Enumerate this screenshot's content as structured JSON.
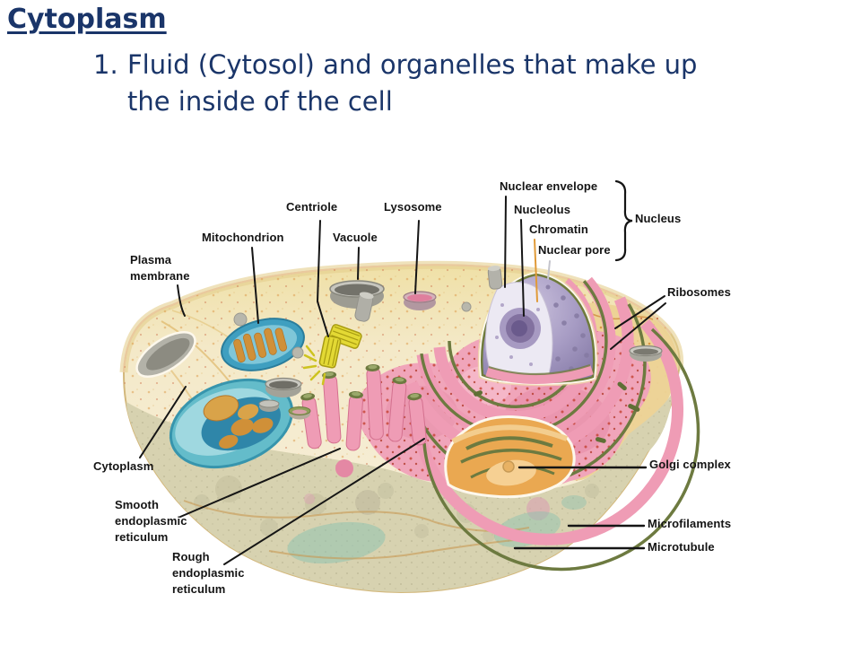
{
  "slide": {
    "title": "Cytoplasm",
    "bullet": {
      "number": "1.",
      "text": "Fluid (Cytosol) and organelles that make up\nthe inside of the cell"
    }
  },
  "diagram": {
    "labels": [
      {
        "id": "plasma-membrane",
        "text": "Plasma\nmembrane"
      },
      {
        "id": "mitochondrion",
        "text": "Mitochondrion"
      },
      {
        "id": "centriole",
        "text": "Centriole"
      },
      {
        "id": "vacuole",
        "text": "Vacuole"
      },
      {
        "id": "lysosome",
        "text": "Lysosome"
      },
      {
        "id": "nuclear-envelope",
        "text": "Nuclear envelope"
      },
      {
        "id": "nucleolus",
        "text": "Nucleolus"
      },
      {
        "id": "chromatin",
        "text": "Chromatin"
      },
      {
        "id": "nuclear-pore",
        "text": "Nuclear pore"
      },
      {
        "id": "nucleus",
        "text": "Nucleus"
      },
      {
        "id": "ribosomes",
        "text": "Ribosomes"
      },
      {
        "id": "cytoplasm",
        "text": "Cytoplasm"
      },
      {
        "id": "smooth-er",
        "text": "Smooth\nendoplasmic\nreticulum"
      },
      {
        "id": "rough-er",
        "text": "Rough\nendoplasmic\nreticulum"
      },
      {
        "id": "golgi-complex",
        "text": "Golgi complex"
      },
      {
        "id": "microfilaments",
        "text": "Microfilaments"
      },
      {
        "id": "microtubule",
        "text": "Microtubule"
      }
    ]
  },
  "colors": {
    "background": "#ffffff",
    "title_navy": "#1a3569",
    "label_black": "#141414",
    "leader_black": "#151515",
    "chromatin_line": "#e09a38",
    "pore_line": "#c4c4cc",
    "cytosol_cream": "#f4e9c8",
    "membrane_yellow": "#ecd294",
    "bowl_khaki": "#d7d2b0",
    "nucleus_purple": "#a394c2",
    "er_pink": "#ef9cb5",
    "golgi_orange": "#eaa851",
    "mito_teal": "#55b2c8",
    "centriole_yellow": "#e3d934",
    "vacuole_gray": "#a3a298"
  }
}
